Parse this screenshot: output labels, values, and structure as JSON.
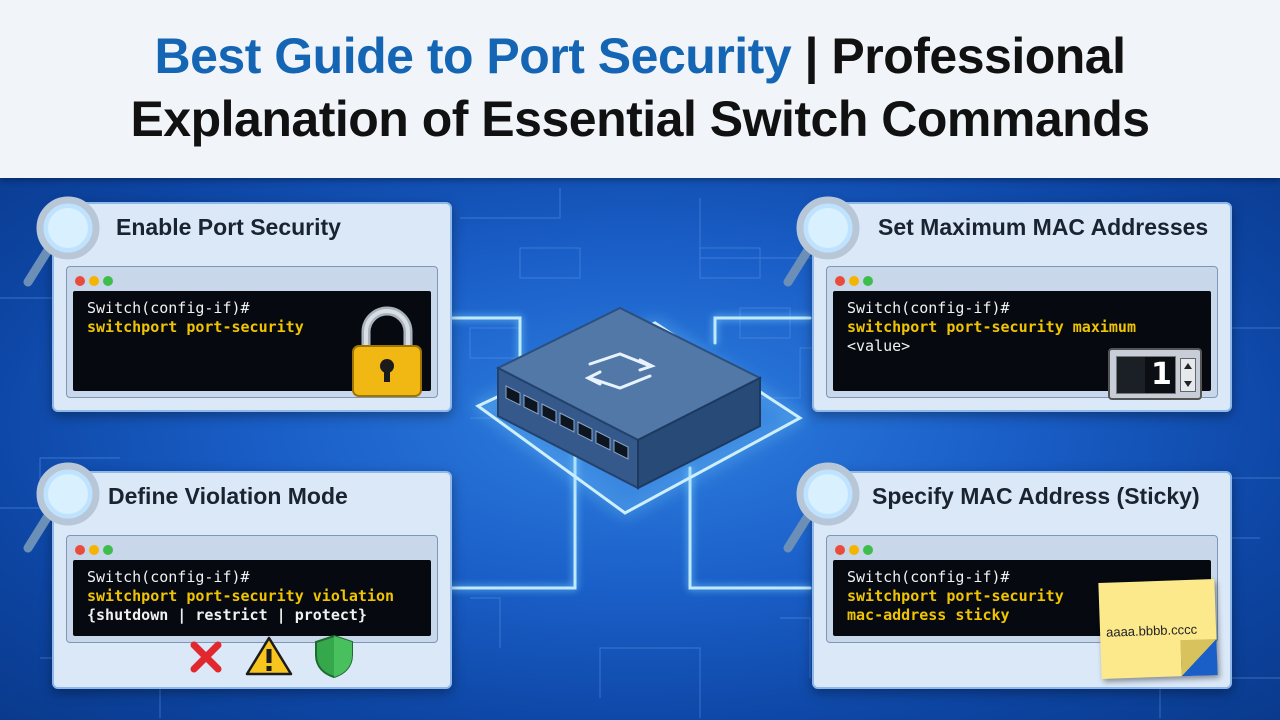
{
  "header": {
    "title_blue": "Best Guide to Port Security",
    "title_rest_line1": " | Professional",
    "title_line2": "Explanation of Essential Switch Commands"
  },
  "cards": [
    {
      "title": "Enable Port Security",
      "prompt": "Switch(config-if)#",
      "command": "switchport port-security",
      "icon": "padlock-icon"
    },
    {
      "title": "Set Maximum MAC Addresses",
      "prompt": "Switch(config-if)#",
      "command": "switchport port-security maximum",
      "argument": "<value>",
      "stepper_value": "1",
      "icon": "number-stepper-icon"
    },
    {
      "title": "Define Violation Mode",
      "prompt": "Switch(config-if)#",
      "command": "switchport port-security violation",
      "options": "{shutdown | restrict | protect}",
      "icons": [
        "shutdown-x-icon",
        "restrict-warning-icon",
        "protect-shield-icon"
      ]
    },
    {
      "title": "Specify MAC Address (Sticky)",
      "prompt": "Switch(config-if)#",
      "command_line1": "switchport port-security",
      "command_line2": "mac-address sticky",
      "note": "aaaa.bbbb.cccc",
      "icon": "sticky-note-icon"
    }
  ],
  "colors": {
    "header_bg": "#f1f4f8",
    "title_blue": "#1565b5",
    "background_blue": "#1a5fc8",
    "command_yellow": "#f0c400",
    "circuit_glow": "#7fd6ff"
  },
  "decor": {
    "magnifier_icon": "magnifier-icon",
    "switch_icon": "network-switch-icon"
  }
}
